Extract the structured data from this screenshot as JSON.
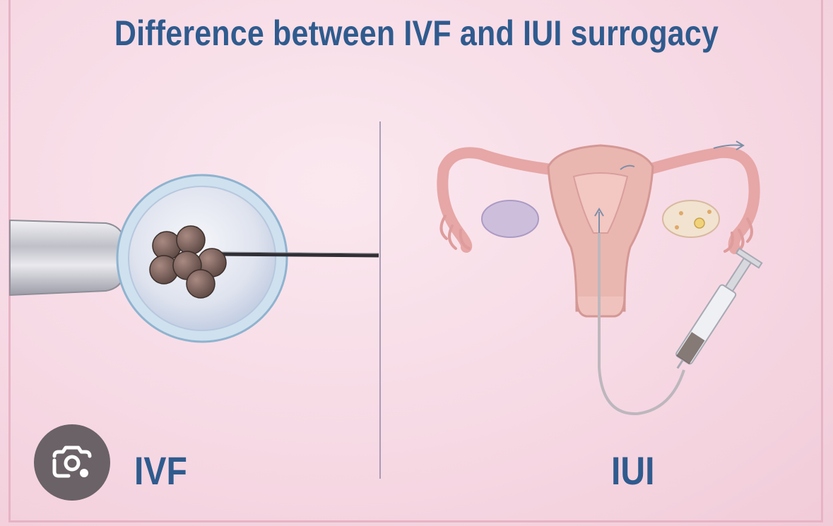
{
  "title": "Difference between IVF and IUI surrogacy",
  "labels": {
    "ivf": "IVF",
    "iui": "IUI"
  },
  "icons": {
    "lens": "camera-search-icon"
  },
  "colors": {
    "title": "#2f5b8e",
    "background": "#f7dbe5",
    "frame": "#e7b3c4",
    "lens_button": "#6a6266"
  }
}
